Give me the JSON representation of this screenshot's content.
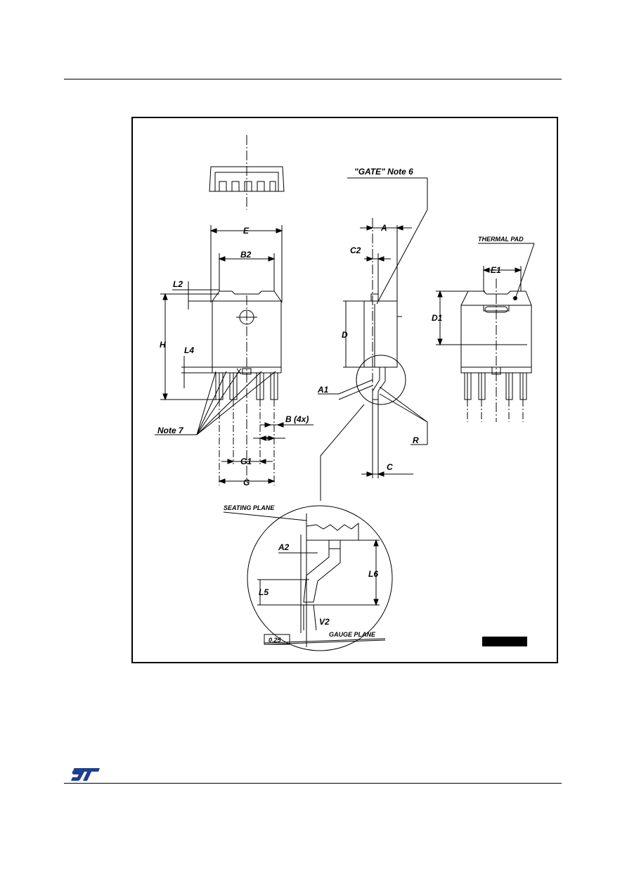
{
  "colors": {
    "ink": "#000000",
    "paper": "#ffffff",
    "logo": "#1f3f8f"
  },
  "drawing": {
    "labels": {
      "e": "E",
      "b2": "B2",
      "l2": "L2",
      "h": "H",
      "l4": "L4",
      "note7": "Note 7",
      "b4x": "B (4x)",
      "pitch": "e",
      "g1": "G1",
      "g": "G",
      "gate_note": "\"GATE\" Note 6",
      "a": "A",
      "c2": "C2",
      "d": "D",
      "a1": "A1",
      "r": "R",
      "c": "C",
      "thermal_pad": "THERMAL PAD",
      "e1": "E1",
      "d1": "D1",
      "seating_plane": "SEATING PLANE",
      "a2": "A2",
      "l6": "L6",
      "l5": "L5",
      "v2": "V2",
      "gauge_value": "0.25",
      "gauge_plane": "GAUGE PLANE"
    }
  },
  "footer": {
    "logo_icon": "st-logo-icon"
  }
}
